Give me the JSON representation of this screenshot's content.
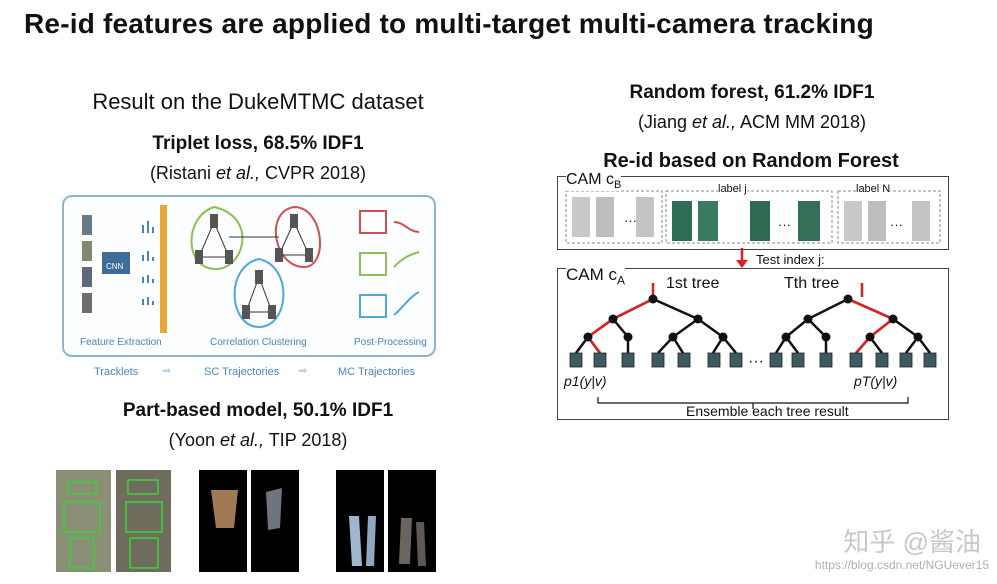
{
  "title": "Re-id features are applied to multi-target multi-camera tracking",
  "left": {
    "result_heading": "Result on the DukeMTMC dataset",
    "triplet": {
      "label": "Triplet loss, 68.5% IDF1",
      "cite_pre": "(Ristani ",
      "cite_et": "et al.,",
      "cite_post": " CVPR 2018)"
    },
    "pipeline": {
      "cnn": "CNN",
      "stage_feature": "Feature Extraction",
      "stage_corr": "Correlation Clustering",
      "stage_post": "Post-Processing",
      "flow_1": "Tracklets",
      "flow_2": "SC Trajectories",
      "flow_3": "MC Trajectories"
    },
    "partbased": {
      "label": "Part-based model, 50.1% IDF1",
      "cite_pre": "(Yoon ",
      "cite_et": "et al.,",
      "cite_post": " TIP 2018)"
    }
  },
  "right": {
    "rf": {
      "label": "Random forest, 61.2% IDF1",
      "cite_pre": "(Jiang ",
      "cite_et": "et al.,",
      "cite_post": " ACM MM 2018)"
    },
    "figure": {
      "title": "Re-id based on Random Forest",
      "cam_b": "CAM c",
      "cam_b_sub": "B",
      "label_j": "label j",
      "label_n": "label N",
      "test_index": "Test index j:",
      "cam_a": "CAM c",
      "cam_a_sub": "A",
      "tree_1": "1st tree",
      "tree_t": "Tth tree",
      "p1": "p1(y|v)",
      "pt": "pT(y|v)",
      "ensemble": "Ensemble each tree result",
      "ellipsis": "···"
    }
  },
  "watermark": {
    "line1": "知乎 @酱油",
    "line2": "https://blog.csdn.net/NGUever15"
  }
}
